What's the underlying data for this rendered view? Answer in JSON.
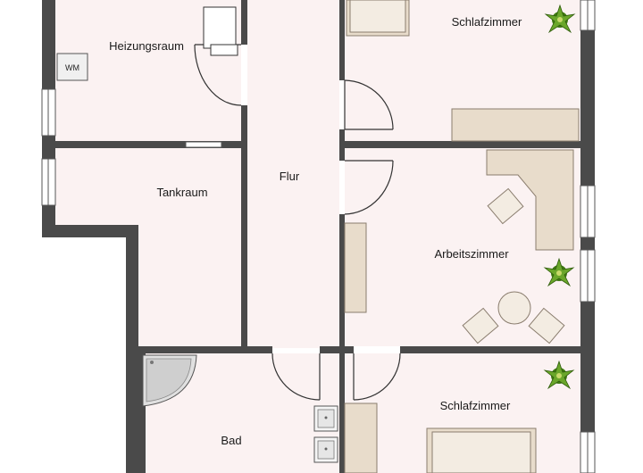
{
  "rooms": {
    "heizungsraum": "Heizungsraum",
    "tankraum": "Tankraum",
    "flur": "Flur",
    "schlafzimmer_top": "Schlafzimmer",
    "arbeitszimmer": "Arbeitszimmer",
    "schlafzimmer_bottom": "Schlafzimmer",
    "bad": "Bad"
  },
  "fixtures": {
    "washing_machine": "WM"
  },
  "colors": {
    "wall": "#4a4a4a",
    "floor": "#fbf2f2",
    "furniture": "#e8dccb",
    "plant": "#4f8a1c"
  }
}
